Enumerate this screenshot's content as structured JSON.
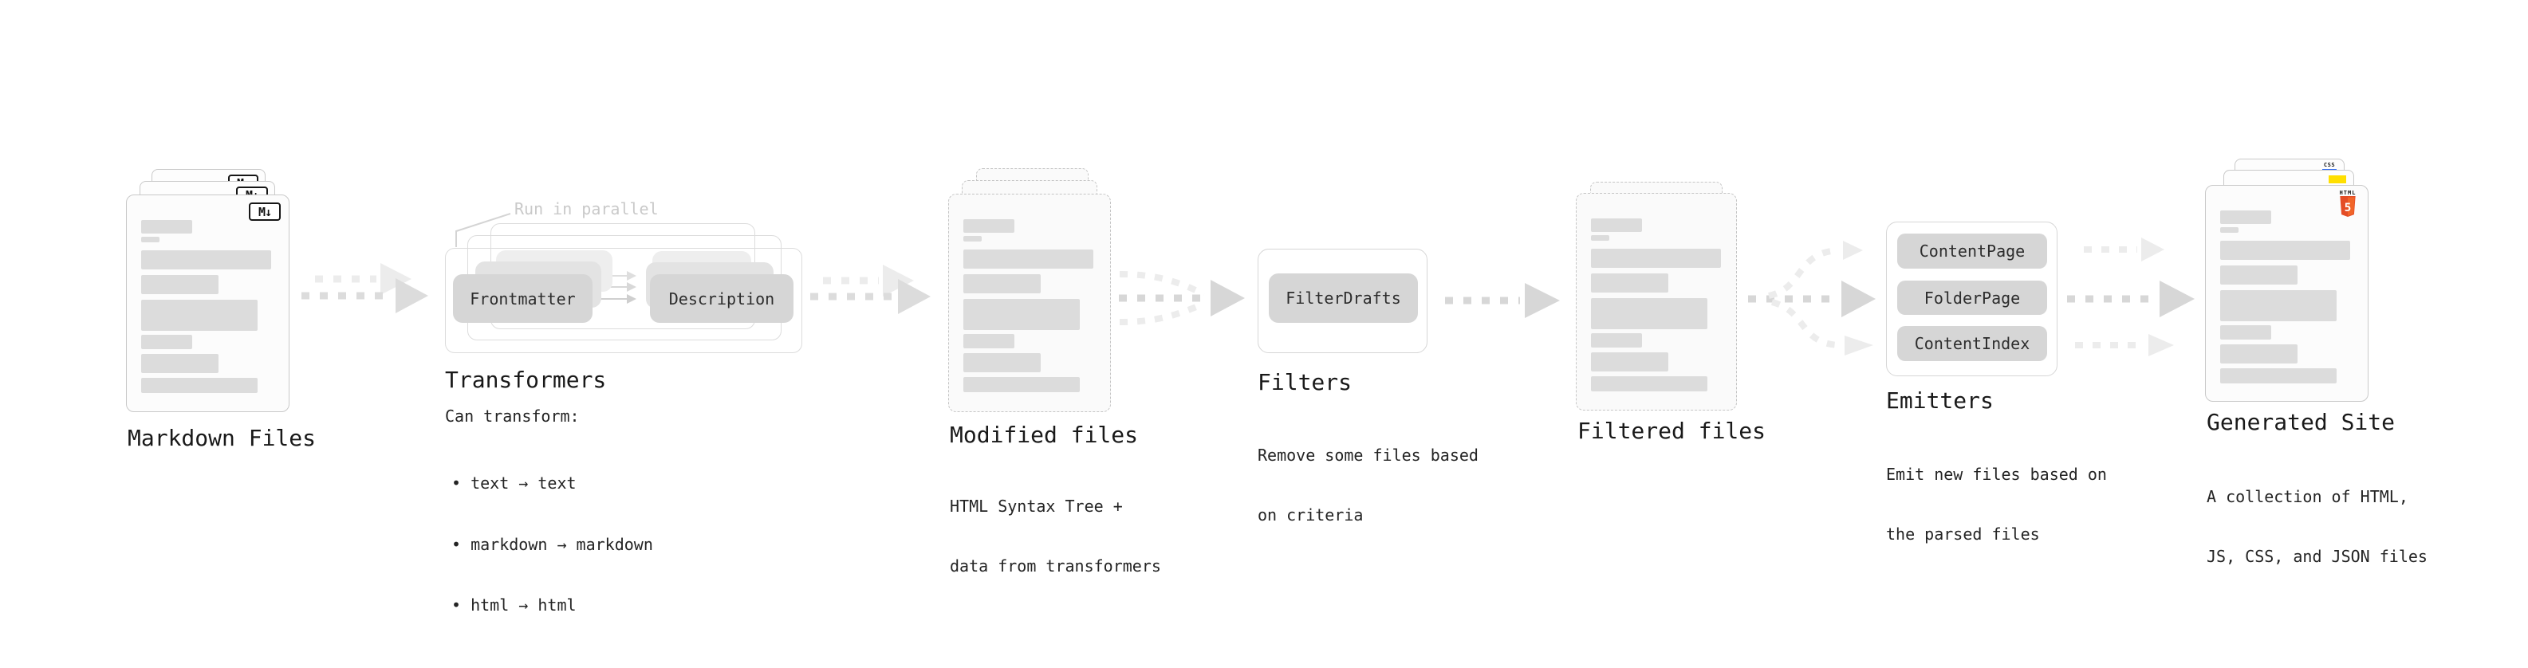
{
  "diagram": {
    "markdown_files": {
      "title": "Markdown Files",
      "badge": "M↓"
    },
    "transformers": {
      "title": "Transformers",
      "parallel_note": "Run in parallel",
      "node_frontmatter": "Frontmatter",
      "node_description": "Description",
      "caption": "Can transform:",
      "bullets": [
        "• text → text",
        "• markdown → markdown",
        "• html → html"
      ]
    },
    "modified_files": {
      "title": "Modified files",
      "caption_lines": [
        "HTML Syntax Tree +",
        "data from transformers"
      ]
    },
    "filters": {
      "title": "Filters",
      "node": "FilterDrafts",
      "caption_lines": [
        "Remove some files based",
        "on criteria"
      ]
    },
    "filtered_files": {
      "title": "Filtered files"
    },
    "emitters": {
      "title": "Emitters",
      "nodes": [
        "ContentPage",
        "FolderPage",
        "ContentIndex"
      ],
      "caption_lines": [
        "Emit new files based on",
        "the parsed files"
      ]
    },
    "generated_site": {
      "title": "Generated Site",
      "caption_lines": [
        "A collection of HTML,",
        "JS, CSS, and JSON files"
      ],
      "css_badge": "CSS",
      "html_badge_label": "HTML",
      "html_badge_number": "5"
    }
  },
  "colors": {
    "html5_orange": "#e44d26",
    "html5_orange_light": "#f16529",
    "js_yellow": "#ffdf00",
    "css_blue": "#2f6bf2"
  }
}
